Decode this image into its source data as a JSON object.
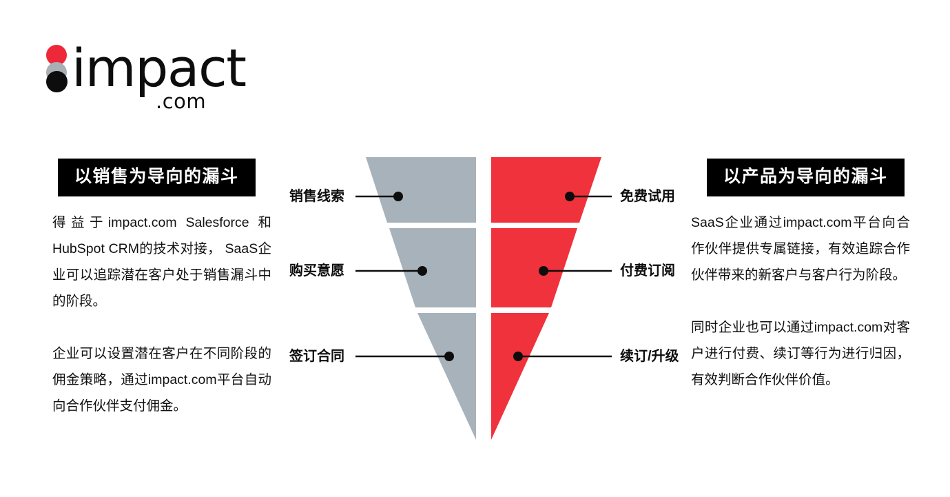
{
  "logo": {
    "wordmark": "impact",
    "tld": ".com",
    "colors": {
      "red": "#ED2939",
      "gray": "#A8AFB5",
      "black": "#0D0D0D"
    }
  },
  "left_column": {
    "heading": "以销售为导向的漏斗",
    "paragraphs": [
      "得益于impact.com Salesforce 和HubSpot CRM的技术对接， SaaS企业可以追踪潜在客户处于销售漏斗中的阶段。",
      "企业可以设置潜在客户在不同阶段的佣金策略，通过impact.com平台自动向合作伙伴支付佣金。"
    ]
  },
  "right_column": {
    "heading": "以产品为导向的漏斗",
    "paragraphs": [
      "SaaS企业通过impact.com平台向合作伙伴提供专属链接，有效追踪合作伙伴带来的新客户与客户行为阶段。",
      "同时企业也可以通过impact.com对客户进行付费、续订等行为进行归因，有效判断合作伙伴价值。"
    ]
  },
  "chart_data": {
    "type": "funnel",
    "title": "以销售为导向的漏斗 vs 以产品为导向的漏斗",
    "legend_position": "none",
    "funnels": [
      {
        "name": "以销售为导向的漏斗",
        "side": "left",
        "color": "#A8B2BA",
        "stages": [
          {
            "label": "销售线索",
            "order": 1
          },
          {
            "label": "购买意愿",
            "order": 2
          },
          {
            "label": "签订合同",
            "order": 3
          }
        ]
      },
      {
        "name": "以产品为导向的漏斗",
        "side": "right",
        "color": "#F0323C",
        "stages": [
          {
            "label": "免费试用",
            "order": 1
          },
          {
            "label": "付费订阅",
            "order": 2
          },
          {
            "label": "续订/升级",
            "order": 3
          }
        ]
      }
    ]
  },
  "colors": {
    "funnel_gray": "#A8B2BA",
    "funnel_red": "#F0323C",
    "banner_bg": "#000000",
    "banner_text": "#FFFFFF",
    "body_text": "#111111",
    "connector": "#0D0D0D"
  }
}
